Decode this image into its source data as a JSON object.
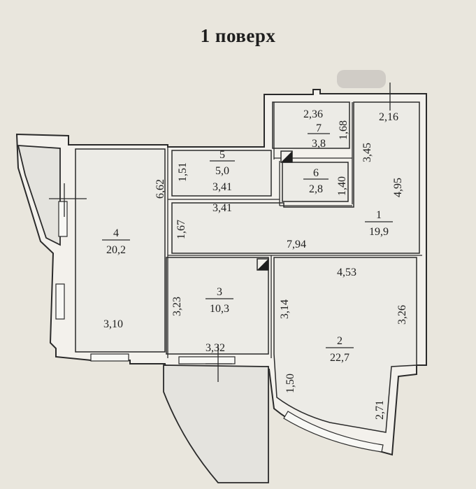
{
  "title": "1 поверх",
  "rooms": [
    {
      "id": "1",
      "number": "1",
      "area": "19,9"
    },
    {
      "id": "2",
      "number": "2",
      "area": "22,7"
    },
    {
      "id": "3",
      "number": "3",
      "area": "10,3"
    },
    {
      "id": "4",
      "number": "4",
      "area": "20,2"
    },
    {
      "id": "5",
      "number": "5",
      "area": "5,0"
    },
    {
      "id": "6",
      "number": "6",
      "area": "2,8"
    },
    {
      "id": "7",
      "number": "7",
      "area": "3,8"
    }
  ],
  "dimensions": {
    "d236": "2,36",
    "d168": "1,68",
    "d216": "2,16",
    "d345": "3,45",
    "d495": "4,95",
    "d151": "1,51",
    "d341_top": "3,41",
    "d341_mid": "3,41",
    "d662": "6,62",
    "d140": "1,40",
    "d167": "1,67",
    "d794": "7,94",
    "d453": "4,53",
    "d323": "3,23",
    "d314": "3,14",
    "d326": "3,26",
    "d310": "3,10",
    "d332": "3,32",
    "d150": "1,50",
    "d271": "2,71"
  },
  "colors": {
    "background": "#e9e6dd",
    "walls": "#2a2a2a",
    "floor": "#ecebe6"
  }
}
